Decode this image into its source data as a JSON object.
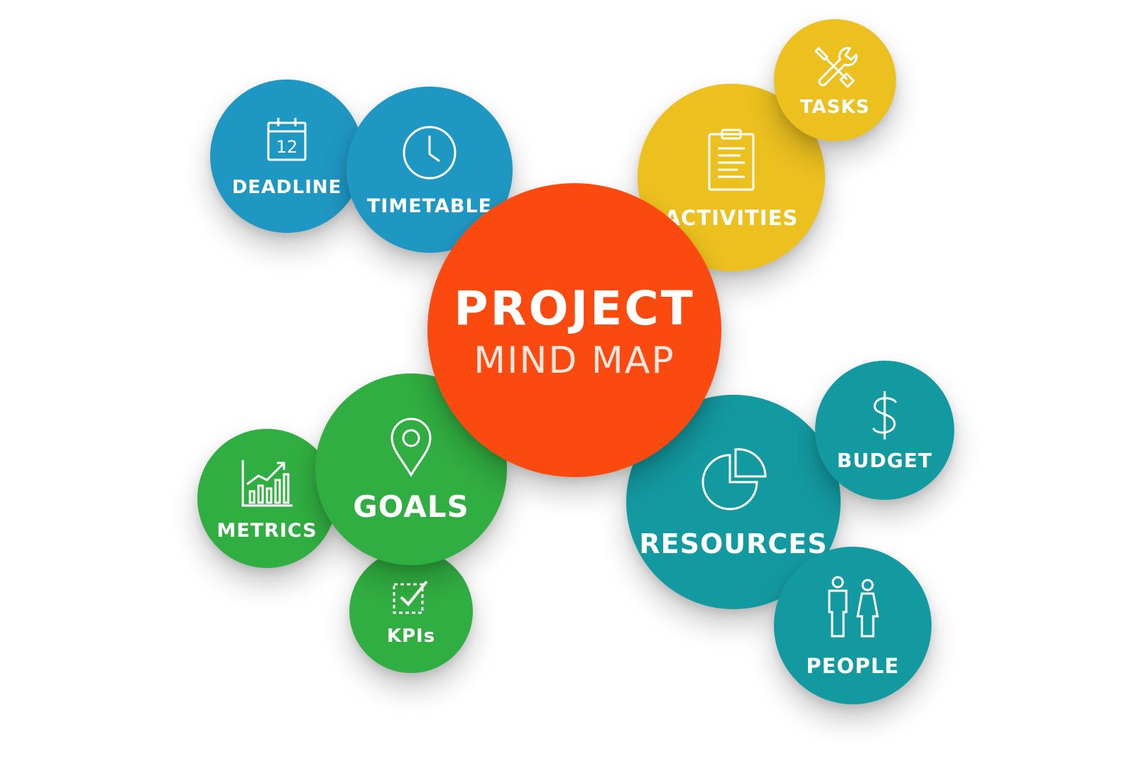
{
  "center": {
    "title": "PROJECT",
    "subtitle": "MIND MAP",
    "color": "#fb4a0f"
  },
  "nodes": {
    "deadline": {
      "label": "DEADLINE",
      "icon": "calendar-icon",
      "calendar_day": "12",
      "color": "#1f97c3"
    },
    "timetable": {
      "label": "TIMETABLE",
      "icon": "clock-icon",
      "color": "#1f97c3"
    },
    "tasks": {
      "label": "TASKS",
      "icon": "tools-icon",
      "color": "#ebc01f"
    },
    "activities": {
      "label": "ACTIVITIES",
      "icon": "clipboard-icon",
      "color": "#ebc01f"
    },
    "goals": {
      "label": "GOALS",
      "icon": "map-pin-icon",
      "color": "#31ae41"
    },
    "metrics": {
      "label": "METRICS",
      "icon": "bar-chart-icon",
      "color": "#31ae41"
    },
    "kpis": {
      "label": "KPIs",
      "icon": "checkbox-icon",
      "color": "#31ae41"
    },
    "resources": {
      "label": "RESOURCES",
      "icon": "pie-chart-icon",
      "color": "#139aa0"
    },
    "budget": {
      "label": "BUDGET",
      "icon": "dollar-icon",
      "color": "#139aa0"
    },
    "people": {
      "label": "PEOPLE",
      "icon": "people-icon",
      "color": "#139aa0"
    }
  }
}
